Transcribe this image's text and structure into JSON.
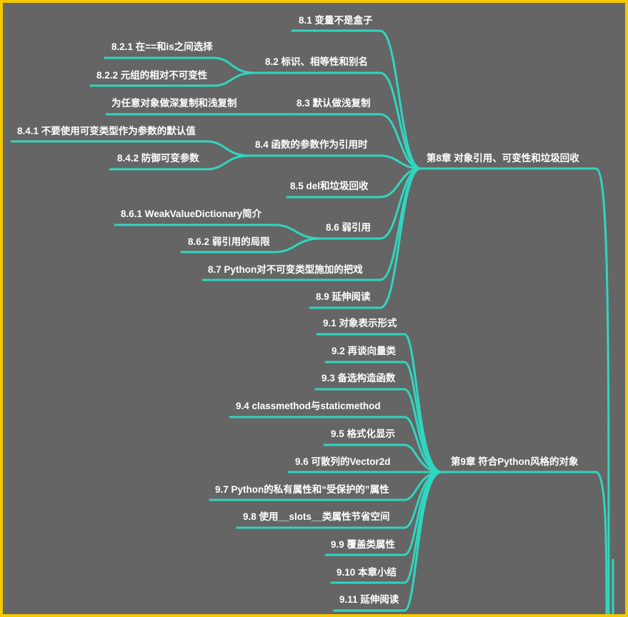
{
  "colors": {
    "background": "#656565",
    "line": "#2fd6c0",
    "text": "#ffffff",
    "border": "#f5c800"
  },
  "chapters": [
    {
      "title": "第8章 对象引用、可变性和垃圾回收",
      "sections": [
        {
          "title": "8.1 变量不是盒子",
          "children": []
        },
        {
          "title": "8.2 标识、相等性和别名",
          "children": [
            "8.2.1 在==和is之间选择",
            "8.2.2 元组的相对不可变性"
          ]
        },
        {
          "title": "8.3 默认做浅复制",
          "children": [
            "为任意对象做深复制和浅复制"
          ]
        },
        {
          "title": "8.4 函数的参数作为引用时",
          "children": [
            "8.4.1 不要使用可变类型作为参数的默认值",
            "8.4.2 防御可变参数"
          ]
        },
        {
          "title": "8.5 del和垃圾回收",
          "children": []
        },
        {
          "title": "8.6 弱引用",
          "children": [
            "8.6.1 WeakValueDictionary简介",
            "8.6.2 弱引用的局限"
          ]
        },
        {
          "title": "8.7 Python对不可变类型施加的把戏",
          "children": []
        },
        {
          "title": "8.9 延伸阅读",
          "children": []
        }
      ]
    },
    {
      "title": "第9章 符合Python风格的对象",
      "sections": [
        {
          "title": "9.1 对象表示形式",
          "children": []
        },
        {
          "title": "9.2 再谈向量类",
          "children": []
        },
        {
          "title": "9.3 备选构造函数",
          "children": []
        },
        {
          "title": "9.4 classmethod与staticmethod",
          "children": []
        },
        {
          "title": "9.5 格式化显示",
          "children": []
        },
        {
          "title": "9.6 可散列的Vector2d",
          "children": []
        },
        {
          "title": "9.7 Python的私有属性和“受保护的”属性",
          "children": []
        },
        {
          "title": "9.8 使用__slots__类属性节省空间",
          "children": []
        },
        {
          "title": "9.9 覆盖类属性",
          "children": []
        },
        {
          "title": "9.10 本章小结",
          "children": []
        },
        {
          "title": "9.11 延伸阅读",
          "children": []
        }
      ]
    }
  ]
}
